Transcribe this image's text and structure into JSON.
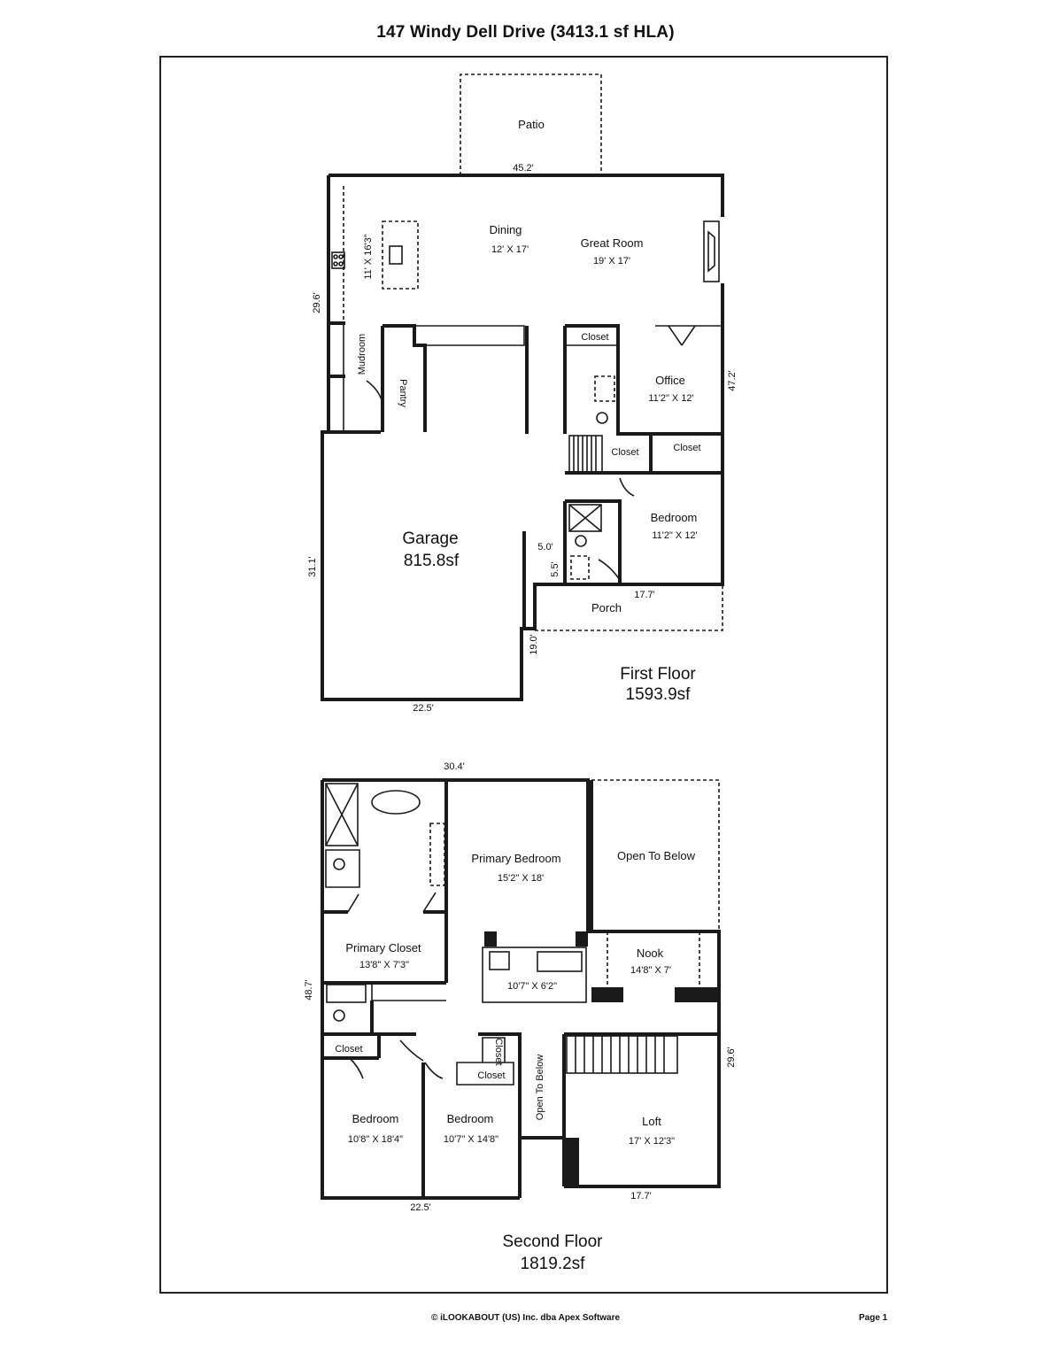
{
  "title": "147 Windy Dell Drive (3413.1 sf HLA)",
  "first_floor": {
    "label": "First Floor",
    "area": "1593.9sf",
    "rooms": {
      "patio": "Patio",
      "dining": "Dining",
      "dining_size": "12' X 17'",
      "great_room": "Great Room",
      "great_room_size": "19' X 17'",
      "kitchen_size": "11' X 16'3\"",
      "mudroom": "Mudroom",
      "pantry": "Pantry",
      "closet_office": "Closet",
      "office": "Office",
      "office_size": "11'2\" X 12'",
      "closet_stairs": "Closet",
      "closet_bedroom": "Closet",
      "bedroom": "Bedroom",
      "bedroom_size": "11'2\" X 12'",
      "porch": "Porch",
      "garage": "Garage",
      "garage_area": "815.8sf"
    },
    "dimensions": {
      "top": "45.2'",
      "left_upper": "29.6'",
      "right": "47.2'",
      "left_lower": "31.1'",
      "bottom": "22.5'",
      "porch_width": "17.7'",
      "porch_depth": "19.0'",
      "step_w": "5.0'",
      "step_h": "5.5'"
    }
  },
  "second_floor": {
    "label": "Second Floor",
    "area": "1819.2sf",
    "rooms": {
      "primary_bedroom": "Primary Bedroom",
      "primary_bedroom_size": "15'2\" X 18'",
      "open_to_below_top": "Open To Below",
      "primary_closet": "Primary Closet",
      "primary_closet_size": "13'8\" X 7'3\"",
      "laundry_size": "10'7\" X 6'2\"",
      "nook": "Nook",
      "nook_size": "14'8\" X 7'",
      "closet_bed2": "Closet",
      "closet_small": "Closet",
      "closet_bed3": "Closet",
      "open_to_below_stair": "Open To Below",
      "bedroom_2": "Bedroom",
      "bedroom_2_size": "10'8\" X 18'4\"",
      "bedroom_3": "Bedroom",
      "bedroom_3_size": "10'7\" X 14'8\"",
      "loft": "Loft",
      "loft_size": "17' X 12'3\""
    },
    "dimensions": {
      "top": "30.4'",
      "left": "48.7'",
      "right": "29.6'",
      "bottom_left": "22.5'",
      "bottom_right": "17.7'"
    }
  },
  "footer": {
    "copyright": "© iLOOKABOUT (US) Inc. dba Apex Software",
    "page": "Page 1"
  }
}
